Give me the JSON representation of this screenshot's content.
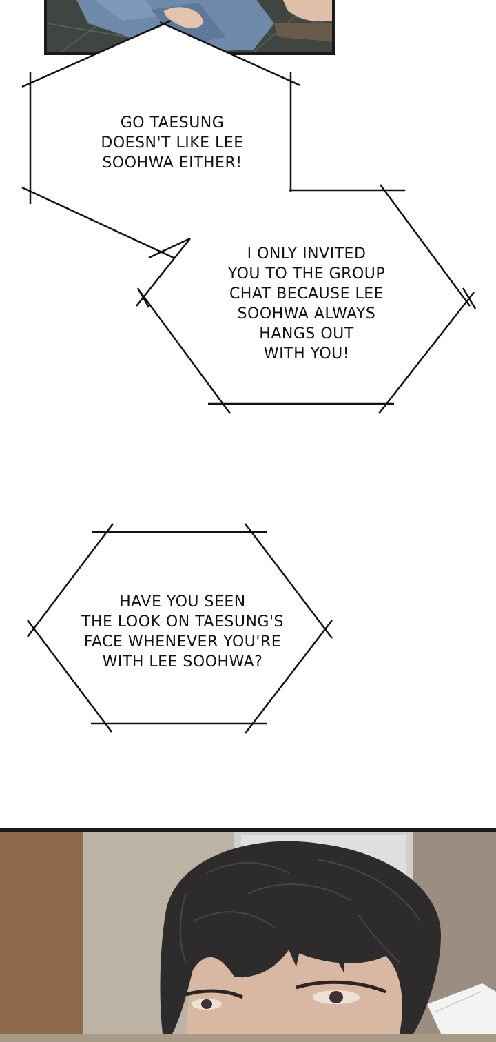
{
  "bubbles": {
    "one": {
      "text": "GO TAESUNG\nDOESN'T LIKE LEE\nSOOHWA EITHER!"
    },
    "two": {
      "text": "I ONLY INVITED\nYOU TO THE GROUP\nCHAT BECAUSE LEE\nSOOHWA ALWAYS\nHANGS OUT\nWITH YOU!"
    },
    "three": {
      "text": "HAVE YOU SEEN\nTHE LOOK ON TAESUNG'S\nFACE WHENEVER YOU'RE\nWITH LEE SOOHWA?"
    }
  },
  "colors": {
    "background": "#ffffff",
    "panel_border": "#1b1b1b",
    "ink": "#111111",
    "hair": "#2c2a2b",
    "skin": "#d9b8a3",
    "wall": "#a79a86"
  },
  "images": {
    "top_panel": "partial-illustration-person-sitting-blue-clothing",
    "bottom_panel": "partial-illustration-dark-haired-man-looking-down"
  }
}
